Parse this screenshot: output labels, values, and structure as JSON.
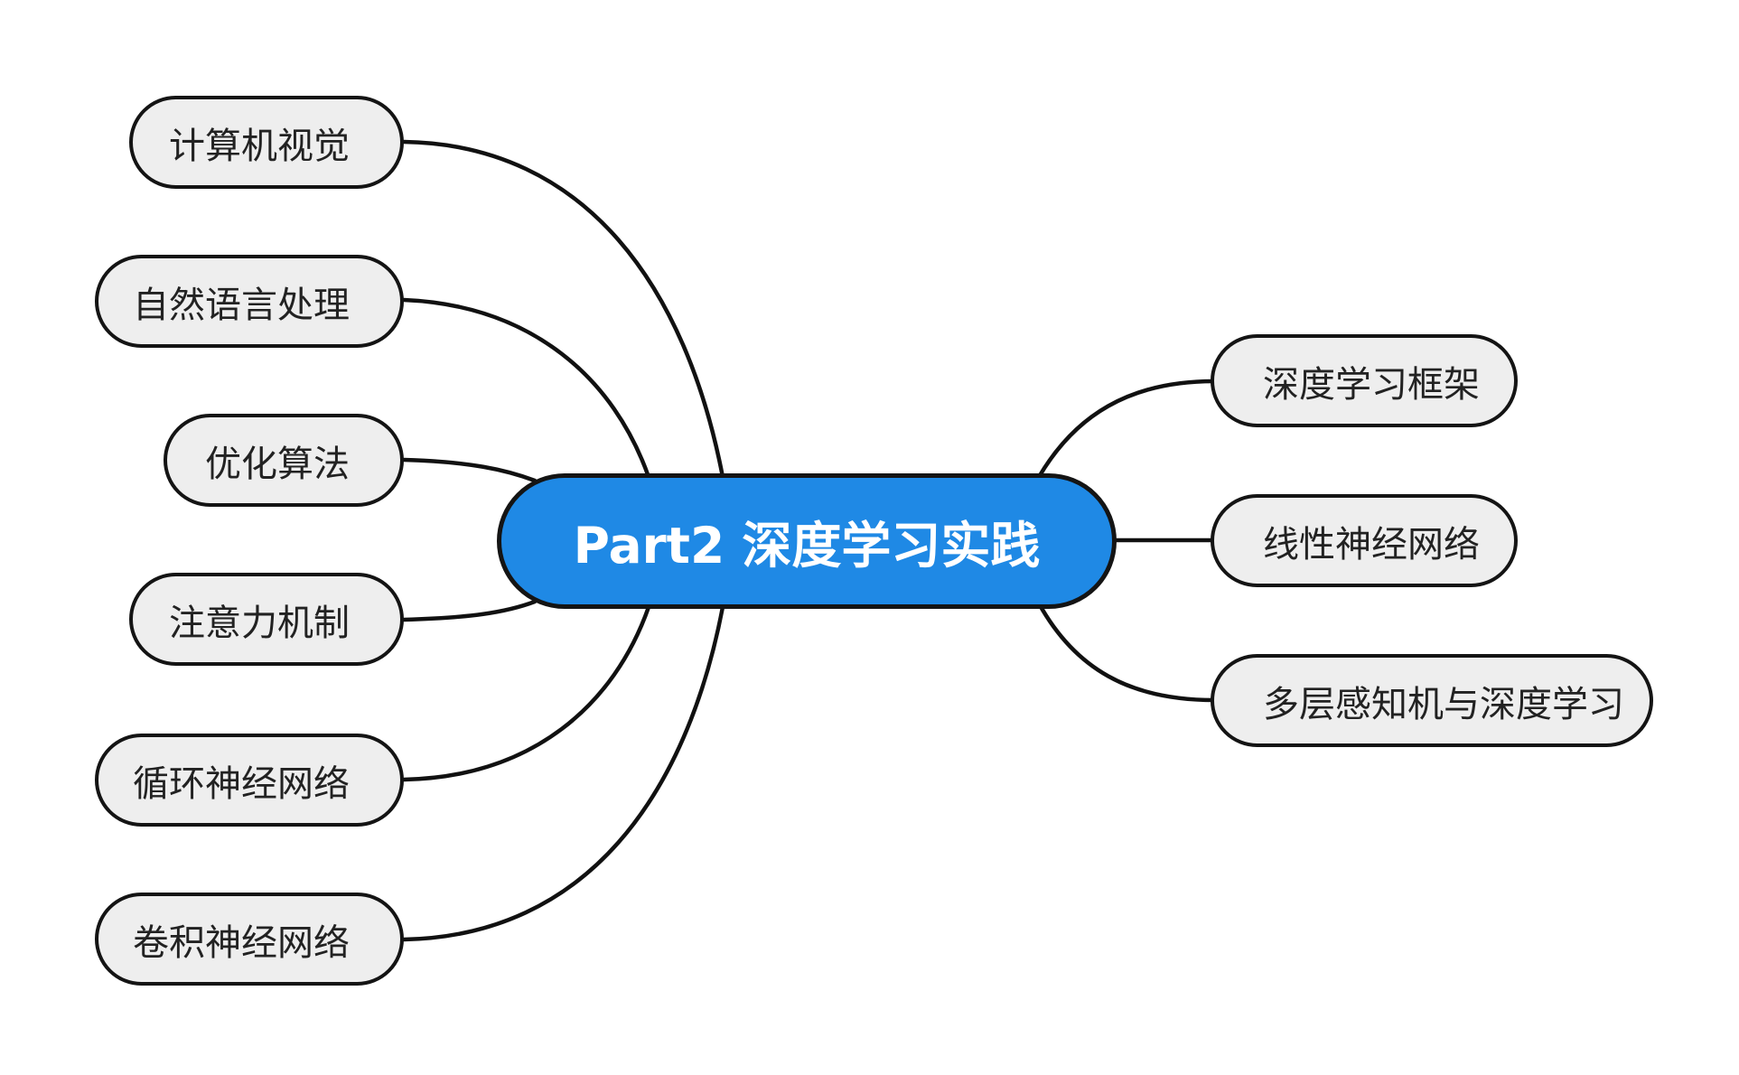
{
  "center": {
    "label": "Part2 深度学习实践"
  },
  "left_branches": [
    {
      "label": "计算机视觉"
    },
    {
      "label": "自然语言处理"
    },
    {
      "label": "优化算法"
    },
    {
      "label": "注意力机制"
    },
    {
      "label": "循环神经网络"
    },
    {
      "label": "卷积神经网络"
    }
  ],
  "right_branches": [
    {
      "label": "深度学习框架"
    },
    {
      "label": "线性神经网络"
    },
    {
      "label": "多层感知机与深度学习"
    }
  ],
  "colors": {
    "center_fill": "#1f89e5",
    "center_text": "#ffffff",
    "node_fill": "#eeeeee",
    "node_border": "#141414",
    "connector": "#111111"
  }
}
